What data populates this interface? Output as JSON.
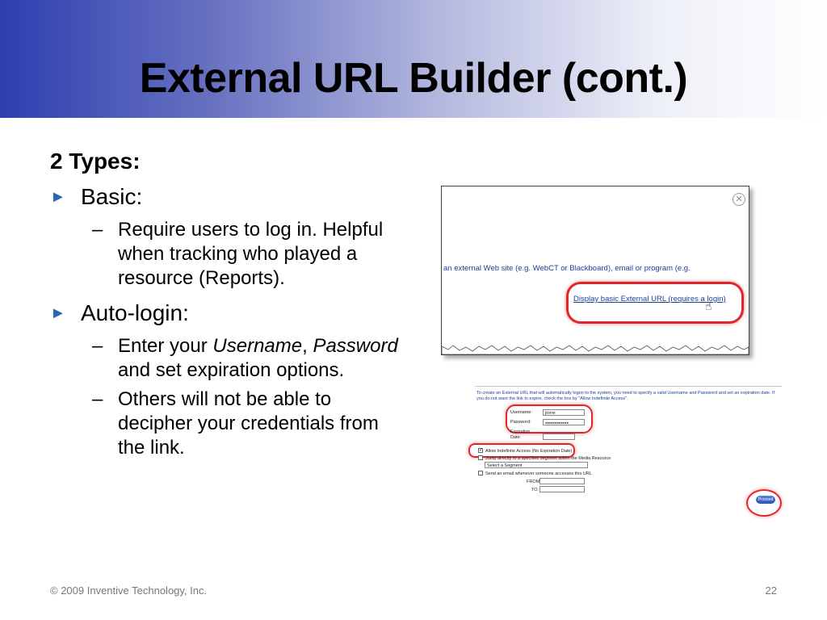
{
  "slide": {
    "title": "External URL Builder (cont.)",
    "types_heading": "2 Types:",
    "bullet_glyph": "►",
    "dash_glyph": "–",
    "basic": {
      "label": "Basic:",
      "sub": "Require users to log in. Helpful when tracking who played a resource (Reports)."
    },
    "autologin": {
      "label": "Auto-login:",
      "sub1_part1": "Enter your ",
      "sub1_username": "Username",
      "sub1_part2": ", ",
      "sub1_password": "Password",
      "sub1_part3": " and set expiration options.",
      "sub2": "Others will not be able to decipher your credentials from the link."
    },
    "footer": "© 2009 Inventive Technology, Inc.",
    "page_number": "22"
  },
  "screenshot_basic": {
    "close_glyph": "✕",
    "description": "an external Web site (e.g. WebCT or Blackboard), email or program (e.g.",
    "link": "Display basic External URL (requires a login)",
    "cursor_glyph": "☝"
  },
  "screenshot_autologin": {
    "intro": "To create an External URL that will automatically logon to the system, you need to specify a valid Username and Password and set an expiration date. If you do not want the link to expire, check the box by \"Allow Indefinite Access\".",
    "username_label": "Username:",
    "username_value": "jtorre",
    "password_label": "Password:",
    "password_value": "●●●●●●●●●●●●",
    "expiration_label": "Expiration",
    "date_label": "Date:",
    "indefinite_label": "Allow Indefinite Access (No Expiration Date)",
    "segment_label": "Jump directly to a specified segment within the Media Resource",
    "segment_select": "Select a Segment",
    "email_label": "Send an email whenever someone accesses this URL",
    "from_label": "FROM:",
    "to_label": "TO:",
    "proceed_label": "Proceed",
    "check_glyph": "✓"
  },
  "colors": {
    "title_gradient_start": "#2e3fb0",
    "bullet": "#2e64b4",
    "highlight_ring": "#e0262b",
    "link": "#1a3f9a"
  }
}
